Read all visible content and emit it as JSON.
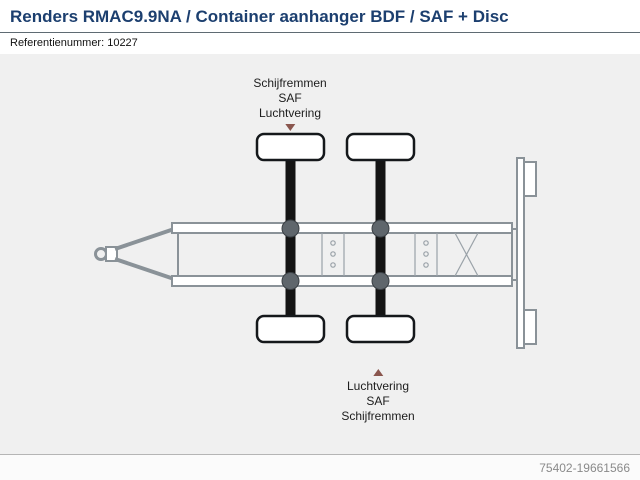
{
  "header": {
    "title": "Renders RMAC9.9NA / Container aanhanger BDF / SAF + Disc",
    "reference": "Referentienummer: 10227"
  },
  "diagram": {
    "top_labels": [
      "Schijfremmen",
      "SAF",
      "Luchtvering"
    ],
    "bottom_labels": [
      "Luchtvering",
      "SAF",
      "Schijfremmen"
    ]
  },
  "footer": {
    "watermark": "75402-19661566"
  },
  "colors": {
    "title_text": "#1c3f6f",
    "pointer_arrow": "#8a564e",
    "drawing_line": "#8a9298",
    "axle_black": "#141414",
    "canvas_background": "#f0f0f0"
  }
}
